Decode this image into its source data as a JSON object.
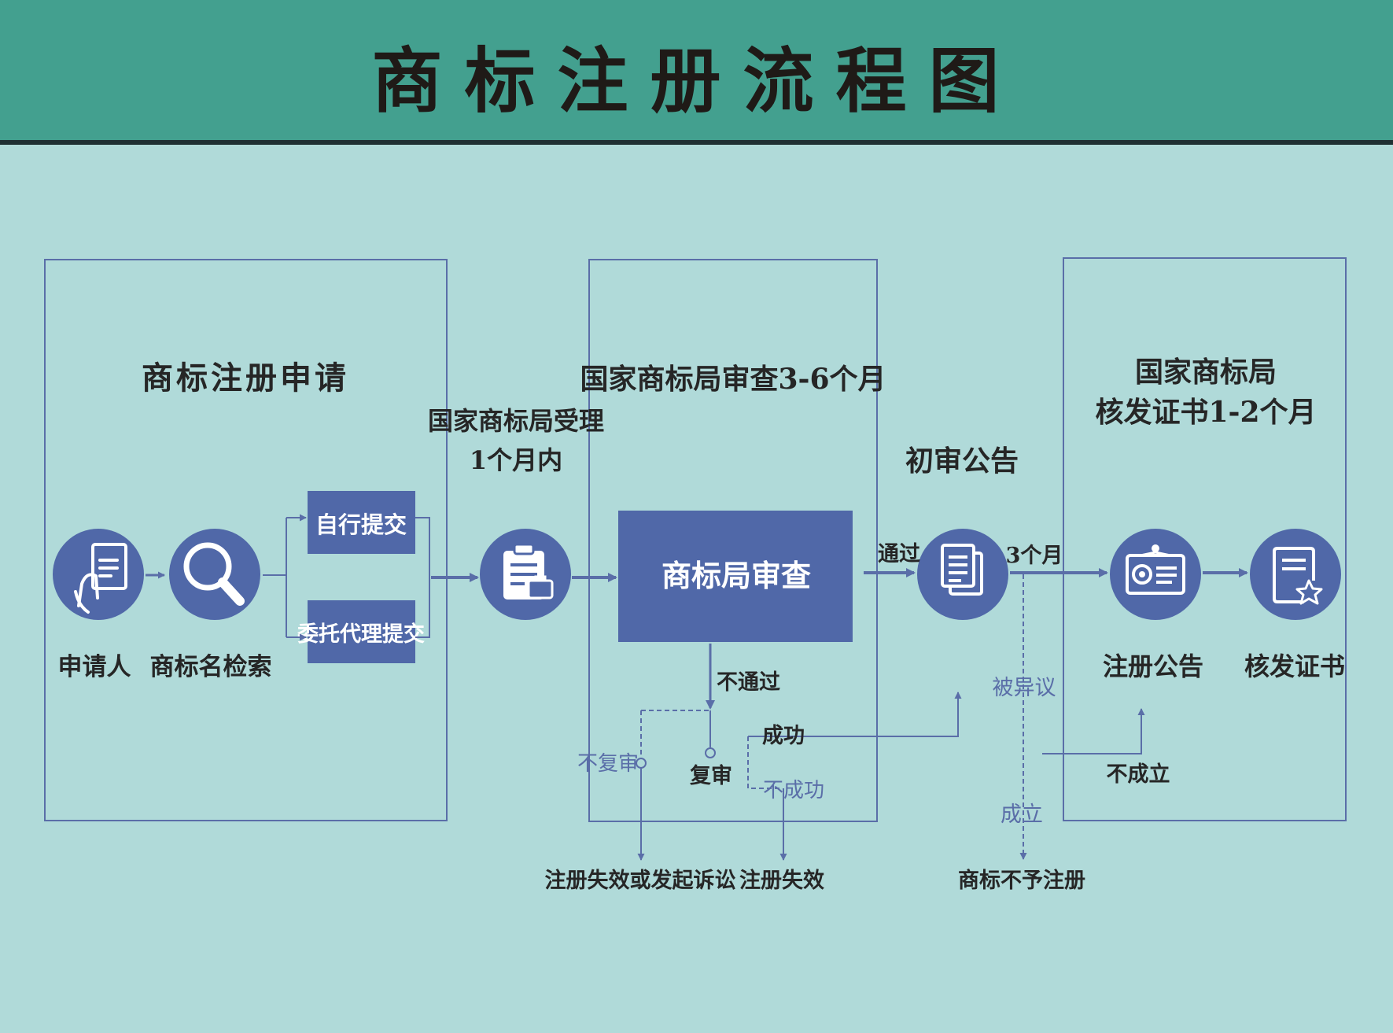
{
  "title": "商标注册流程图",
  "colors": {
    "header_bg": "#43a08f",
    "page_bg": "#b0dad9",
    "node_fill": "#5068a8",
    "line": "#5a6ea8"
  },
  "stages": {
    "application": {
      "title": "商标注册申请"
    },
    "examination": {
      "title": "国家商标局审查3-6个月"
    },
    "certificate": {
      "title_line1": "国家商标局",
      "title_line2": "核发证书1-2个月"
    }
  },
  "acceptance": {
    "line1": "国家商标局受理",
    "line2": "1个月内"
  },
  "nodes": {
    "applicant": {
      "label": "申请人",
      "icon": "document-in-hand-icon"
    },
    "search": {
      "label": "商标名检索",
      "icon": "magnifier-icon"
    },
    "self_submit": {
      "label": "自行提交"
    },
    "agent_submit": {
      "label": "委托代理提交"
    },
    "accept": {
      "icon": "clipboard-briefcase-icon"
    },
    "review": {
      "label": "商标局审查"
    },
    "prelim": {
      "label": "初审公告",
      "icon": "documents-icon"
    },
    "reg_notice": {
      "label": "注册公告",
      "icon": "certificate-badge-icon"
    },
    "issue_cert": {
      "label": "核发证书",
      "icon": "certificate-star-icon"
    }
  },
  "edges": {
    "pass": "通过",
    "three_months": "3个月",
    "fail": "不通过",
    "no_review": "不复审",
    "re_review": "复审",
    "success": "成功",
    "no_success": "不成功",
    "opposed": "被异议",
    "established": "成立",
    "not_established": "不成立"
  },
  "outcomes": {
    "invalid_or_sue": "注册失效或发起诉讼",
    "invalid": "注册失效",
    "refused": "商标不予注册"
  }
}
